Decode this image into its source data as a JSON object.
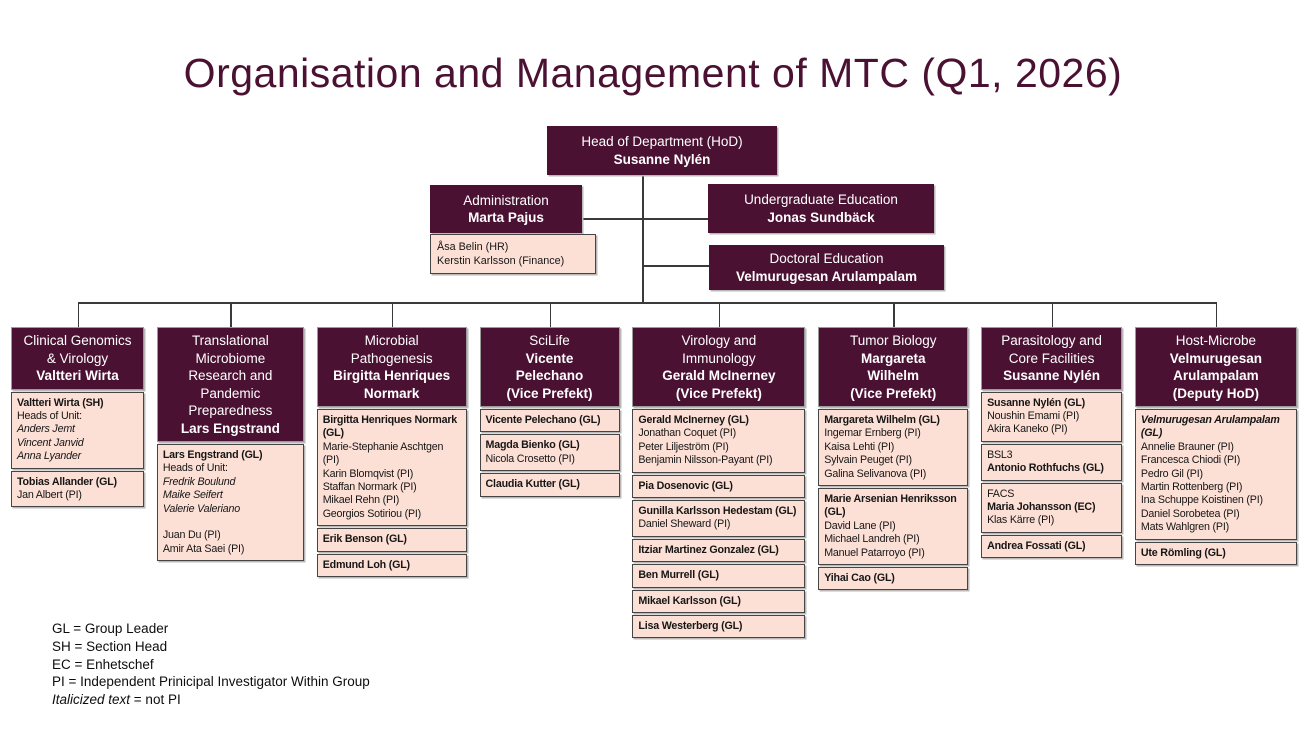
{
  "title": "Organisation and Management of MTC (Q1, 2026)",
  "colors": {
    "maroon": "#4b1132",
    "pink": "#fcdfd5",
    "line": "#3a3a3a"
  },
  "top": {
    "hod": {
      "role": "Head of Department (HoD)",
      "name": "Susanne Nylén"
    },
    "administration": {
      "role": "Administration",
      "name": "Marta Pajus",
      "staff": [
        "Åsa Belin (HR)",
        "Kerstin Karlsson (Finance)"
      ]
    },
    "undergraduate": {
      "role": "Undergraduate Education",
      "name": "Jonas Sundbäck"
    },
    "doctoral": {
      "role": "Doctoral Education",
      "name": "Velmurugesan Arulampalam"
    }
  },
  "departments": [
    {
      "dept": "Clinical Genomics\n& Virology",
      "leader": "Valtteri Wirta",
      "groups": [
        [
          {
            "t": "Valtteri Wirta (SH)",
            "b": 1
          },
          {
            "t": "Heads of Unit:"
          },
          {
            "t": "Anders Jemt",
            "i": 1
          },
          {
            "t": "Vincent Janvid",
            "i": 1
          },
          {
            "t": "Anna Lyander",
            "i": 1
          }
        ],
        [
          {
            "t": "Tobias Allander (GL)",
            "b": 1
          },
          {
            "t": "Jan Albert (PI)"
          }
        ]
      ]
    },
    {
      "dept": "Translational\nMicrobiome\nResearch and\nPandemic\nPreparedness",
      "leader": "Lars Engstrand",
      "groups": [
        [
          {
            "t": "Lars Engstrand (GL)",
            "b": 1
          },
          {
            "t": "Heads of Unit:"
          },
          {
            "t": "Fredrik Boulund",
            "i": 1
          },
          {
            "t": "Maike Seifert",
            "i": 1
          },
          {
            "t": "Valerie Valeriano",
            "i": 1
          },
          {
            "t": ""
          },
          {
            "t": "Juan Du (PI)"
          },
          {
            "t": "Amir Ata Saei (PI)"
          }
        ]
      ]
    },
    {
      "dept": "Microbial\nPathogenesis",
      "leader": "Birgitta Henriques\nNormark",
      "groups": [
        [
          {
            "t": "Birgitta Henriques Normark (GL)",
            "b": 1
          },
          {
            "t": "Marie-Stephanie Aschtgen (PI)"
          },
          {
            "t": "Karin Blomqvist (PI)"
          },
          {
            "t": "Staffan Normark (PI)"
          },
          {
            "t": "Mikael Rehn (PI)"
          },
          {
            "t": "Georgios Sotiriou (PI)"
          }
        ],
        [
          {
            "t": "Erik Benson (GL)",
            "b": 1
          }
        ],
        [
          {
            "t": "Edmund Loh (GL)",
            "b": 1
          }
        ]
      ]
    },
    {
      "dept": "SciLife",
      "leader": "Vicente\nPelechano\n(Vice Prefekt)",
      "groups": [
        [
          {
            "t": "Vicente Pelechano (GL)",
            "b": 1
          }
        ],
        [
          {
            "t": "Magda Bienko (GL)",
            "b": 1
          },
          {
            "t": "Nicola Crosetto (PI)"
          }
        ],
        [
          {
            "t": "Claudia Kutter (GL)",
            "b": 1
          }
        ]
      ]
    },
    {
      "dept": "Virology and\nImmunology",
      "leader": "Gerald McInerney\n(Vice Prefekt)",
      "groups": [
        [
          {
            "t": "Gerald McInerney (GL)",
            "b": 1
          },
          {
            "t": "Jonathan Coquet (PI)"
          },
          {
            "t": "Peter Liljeström (PI)"
          },
          {
            "t": "Benjamin Nilsson-Payant (PI)"
          }
        ],
        [
          {
            "t": "Pia Dosenovic (GL)",
            "b": 1
          }
        ],
        [
          {
            "t": "Gunilla Karlsson Hedestam (GL)",
            "b": 1
          },
          {
            "t": "Daniel Sheward (PI)"
          }
        ],
        [
          {
            "t": "Itziar Martinez Gonzalez (GL)",
            "b": 1
          }
        ],
        [
          {
            "t": "Ben Murrell (GL)",
            "b": 1
          }
        ],
        [
          {
            "t": "Mikael Karlsson (GL)",
            "b": 1
          }
        ],
        [
          {
            "t": "Lisa Westerberg (GL)",
            "b": 1
          }
        ]
      ]
    },
    {
      "dept": "Tumor Biology",
      "leader": "Margareta\nWilhelm\n(Vice Prefekt)",
      "groups": [
        [
          {
            "t": "Margareta Wilhelm (GL)",
            "b": 1
          },
          {
            "t": "Ingemar Ernberg (PI)"
          },
          {
            "t": "Kaisa Lehti (PI)"
          },
          {
            "t": "Sylvain Peuget (PI)"
          },
          {
            "t": "Galina Selivanova (PI)"
          }
        ],
        [
          {
            "t": "Marie Arsenian Henriksson (GL)",
            "b": 1
          },
          {
            "t": "David Lane (PI)"
          },
          {
            "t": "Michael Landreh (PI)"
          },
          {
            "t": "Manuel Patarroyo (PI)"
          }
        ],
        [
          {
            "t": "Yihai Cao (GL)",
            "b": 1
          }
        ]
      ]
    },
    {
      "dept": "Parasitology and\nCore Facilities",
      "leader": "Susanne Nylén",
      "groups": [
        [
          {
            "t": "Susanne Nylén (GL)",
            "b": 1
          },
          {
            "t": "Noushin Emami (PI)"
          },
          {
            "t": "Akira Kaneko (PI)"
          }
        ],
        [
          {
            "t": "BSL3"
          },
          {
            "t": "Antonio Rothfuchs (GL)",
            "b": 1
          }
        ],
        [
          {
            "t": "FACS"
          },
          {
            "t": "Maria Johansson (EC)",
            "b": 1
          },
          {
            "t": "Klas Kärre (PI)"
          }
        ],
        [
          {
            "t": "Andrea Fossati (GL)",
            "b": 1
          }
        ]
      ]
    },
    {
      "dept": "Host-Microbe",
      "leader": "Velmurugesan\nArulampalam\n(Deputy HoD)",
      "groups": [
        [
          {
            "t": "Velmurugesan Arulampalam (GL)",
            "b": 1,
            "i": 1
          },
          {
            "t": "Annelie Brauner (PI)"
          },
          {
            "t": "Francesca Chiodi (PI)"
          },
          {
            "t": "Pedro Gil (PI)"
          },
          {
            "t": "Martin Rottenberg (PI)"
          },
          {
            "t": "Ina Schuppe Koistinen (PI)"
          },
          {
            "t": "Daniel Sorobetea (PI)"
          },
          {
            "t": "Mats Wahlgren (PI)"
          }
        ],
        [
          {
            "t": "Ute Römling (GL)",
            "b": 1
          }
        ]
      ]
    }
  ],
  "legend": {
    "lines": [
      {
        "t": "GL = Group Leader"
      },
      {
        "t": "SH = Section Head"
      },
      {
        "t": "EC = Enhetschef"
      },
      {
        "t": "PI = Independent Prinicipal Investigator Within Group"
      },
      {
        "i": "Italicized text",
        "t": " = not PI"
      }
    ]
  }
}
